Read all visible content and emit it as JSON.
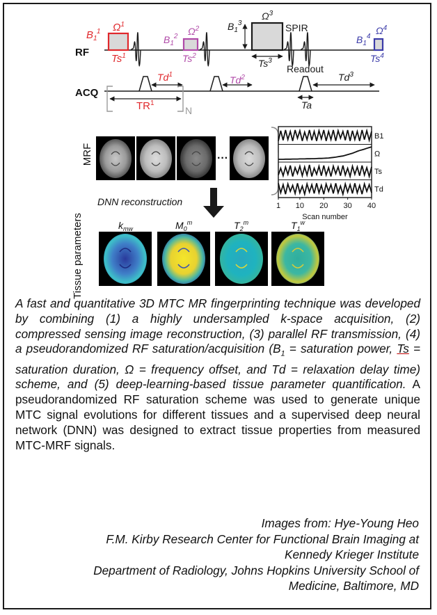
{
  "sequence": {
    "rf_label": "RF",
    "acq_label": "ACQ",
    "pulses": [
      {
        "b": "B",
        "b_sub": "1",
        "b_sup": "1",
        "omega": "Ω",
        "omega_sup": "1",
        "ts": "Ts",
        "ts_sup": "1",
        "color": "#e0282c"
      },
      {
        "b": "B",
        "b_sub": "1",
        "b_sup": "2",
        "omega": "Ω",
        "omega_sup": "2",
        "ts": "Ts",
        "ts_sup": "2",
        "color": "#b04aa8"
      },
      {
        "b": "B",
        "b_sub": "1",
        "b_sup": "3",
        "omega": "Ω",
        "omega_sup": "3",
        "ts": "Ts",
        "ts_sup": "3",
        "color": "#1a1a1a"
      },
      {
        "b": "B",
        "b_sub": "1",
        "b_sup": "4",
        "omega": "Ω",
        "omega_sup": "4",
        "ts": "Ts",
        "ts_sup": "4",
        "color": "#3a3aa8"
      }
    ],
    "spir_label": "SPIR",
    "readout_label": "Readout",
    "td_labels": [
      {
        "base": "Td",
        "sup": "1",
        "color": "#e0282c"
      },
      {
        "base": "Td",
        "sup": "2",
        "color": "#b04aa8"
      },
      {
        "base": "Td",
        "sup": "3",
        "color": "#1a1a1a"
      }
    ],
    "tr_label": {
      "base": "TR",
      "sup": "1"
    },
    "ta_label": "Ta",
    "repeat_label": "N"
  },
  "mrf": {
    "label": "MRF",
    "ellipsis": "···",
    "dnn_label": "DNN reconstruction"
  },
  "chart_data": {
    "type": "line",
    "xlabel": "Scan number",
    "xlim": [
      1,
      40
    ],
    "xticks": [
      1,
      10,
      20,
      30,
      40
    ],
    "series": [
      {
        "name": "B1",
        "values": [
          0.1,
          0.85,
          0.15,
          0.9,
          0.2,
          0.8,
          0.1,
          0.9,
          0.3,
          0.85,
          0.1,
          0.75,
          0.2,
          0.9,
          0.15,
          0.8,
          0.1,
          0.85,
          0.25,
          0.9,
          0.1,
          0.8,
          0.2,
          0.9,
          0.1,
          0.85,
          0.3,
          0.8,
          0.15,
          0.9,
          0.1,
          0.85,
          0.2,
          0.8,
          0.1,
          0.9,
          0.2,
          0.85,
          0.15,
          0.8
        ]
      },
      {
        "name": "Ω",
        "values": [
          0.05,
          0.05,
          0.05,
          0.06,
          0.06,
          0.06,
          0.07,
          0.07,
          0.07,
          0.08,
          0.08,
          0.08,
          0.09,
          0.09,
          0.1,
          0.1,
          0.11,
          0.12,
          0.12,
          0.13,
          0.14,
          0.15,
          0.17,
          0.19,
          0.21,
          0.24,
          0.27,
          0.3,
          0.35,
          0.4,
          0.45,
          0.5,
          0.57,
          0.64,
          0.7,
          0.75,
          0.8,
          0.86,
          0.92,
          0.97
        ]
      },
      {
        "name": "Ts",
        "values": [
          0.2,
          0.7,
          0.15,
          0.8,
          0.25,
          0.9,
          0.1,
          0.75,
          0.3,
          0.85,
          0.15,
          0.8,
          0.2,
          0.95,
          0.1,
          0.7,
          0.25,
          0.85,
          0.15,
          0.9,
          0.2,
          0.75,
          0.1,
          0.85,
          0.3,
          0.8,
          0.15,
          0.9,
          0.2,
          0.7,
          0.1,
          0.85,
          0.25,
          0.8,
          0.15,
          0.9,
          0.2,
          0.75,
          0.1,
          0.8
        ]
      },
      {
        "name": "Td",
        "values": [
          0.9,
          0.2,
          0.8,
          0.1,
          0.85,
          0.3,
          0.75,
          0.15,
          0.9,
          0.2,
          0.7,
          0.1,
          0.85,
          0.25,
          0.8,
          0.15,
          0.9,
          0.2,
          0.75,
          0.1,
          0.85,
          0.3,
          0.8,
          0.15,
          0.9,
          0.2,
          0.7,
          0.1,
          0.85,
          0.25,
          0.8,
          0.15,
          0.9,
          0.2,
          0.75,
          0.1,
          0.85,
          0.3,
          0.8,
          0.2
        ]
      }
    ]
  },
  "tissue": {
    "label": "Tissue parameters",
    "maps": [
      {
        "base": "k",
        "sub": "mw",
        "sup": ""
      },
      {
        "base": "M",
        "sub": "0",
        "sup": "m"
      },
      {
        "base": "T",
        "sub": "2",
        "sup": "m"
      },
      {
        "base": "T",
        "sub": "1",
        "sup": "w"
      }
    ]
  },
  "caption": {
    "p1": "A fast and quantitative 3D MTC MR fingerprinting technique was developed by combining (1) a highly undersampled k-space acquisition, (2) compressed sensing image reconstruction, (3) parallel RF transmission, (4) a pseudorandomized RF saturation/acquisition (",
    "b1": "B",
    "b1_sub": "1",
    "p2": " = saturation power, ",
    "ts": "Ts",
    "p3": " = saturation duration, Ω = frequency offset, and Td = relaxation delay time) scheme, and (5) deep-learning-based tissue parameter quantification.",
    "p4": " A pseudorandomized RF saturation scheme was used to generate unique MTC signal evolutions for different tissues and a supervised deep neural network (DNN) was designed to extract tissue properties from measured MTC-MRF signals."
  },
  "credits": {
    "line1": "Images from: Hye-Young Heo",
    "line2": "F.M. Kirby Research Center for Functional Brain Imaging at",
    "line3": "Kennedy Krieger Institute",
    "line4": "Department of Radiology, Johns Hopkins University School of",
    "line5": "Medicine, Baltimore, MD"
  }
}
